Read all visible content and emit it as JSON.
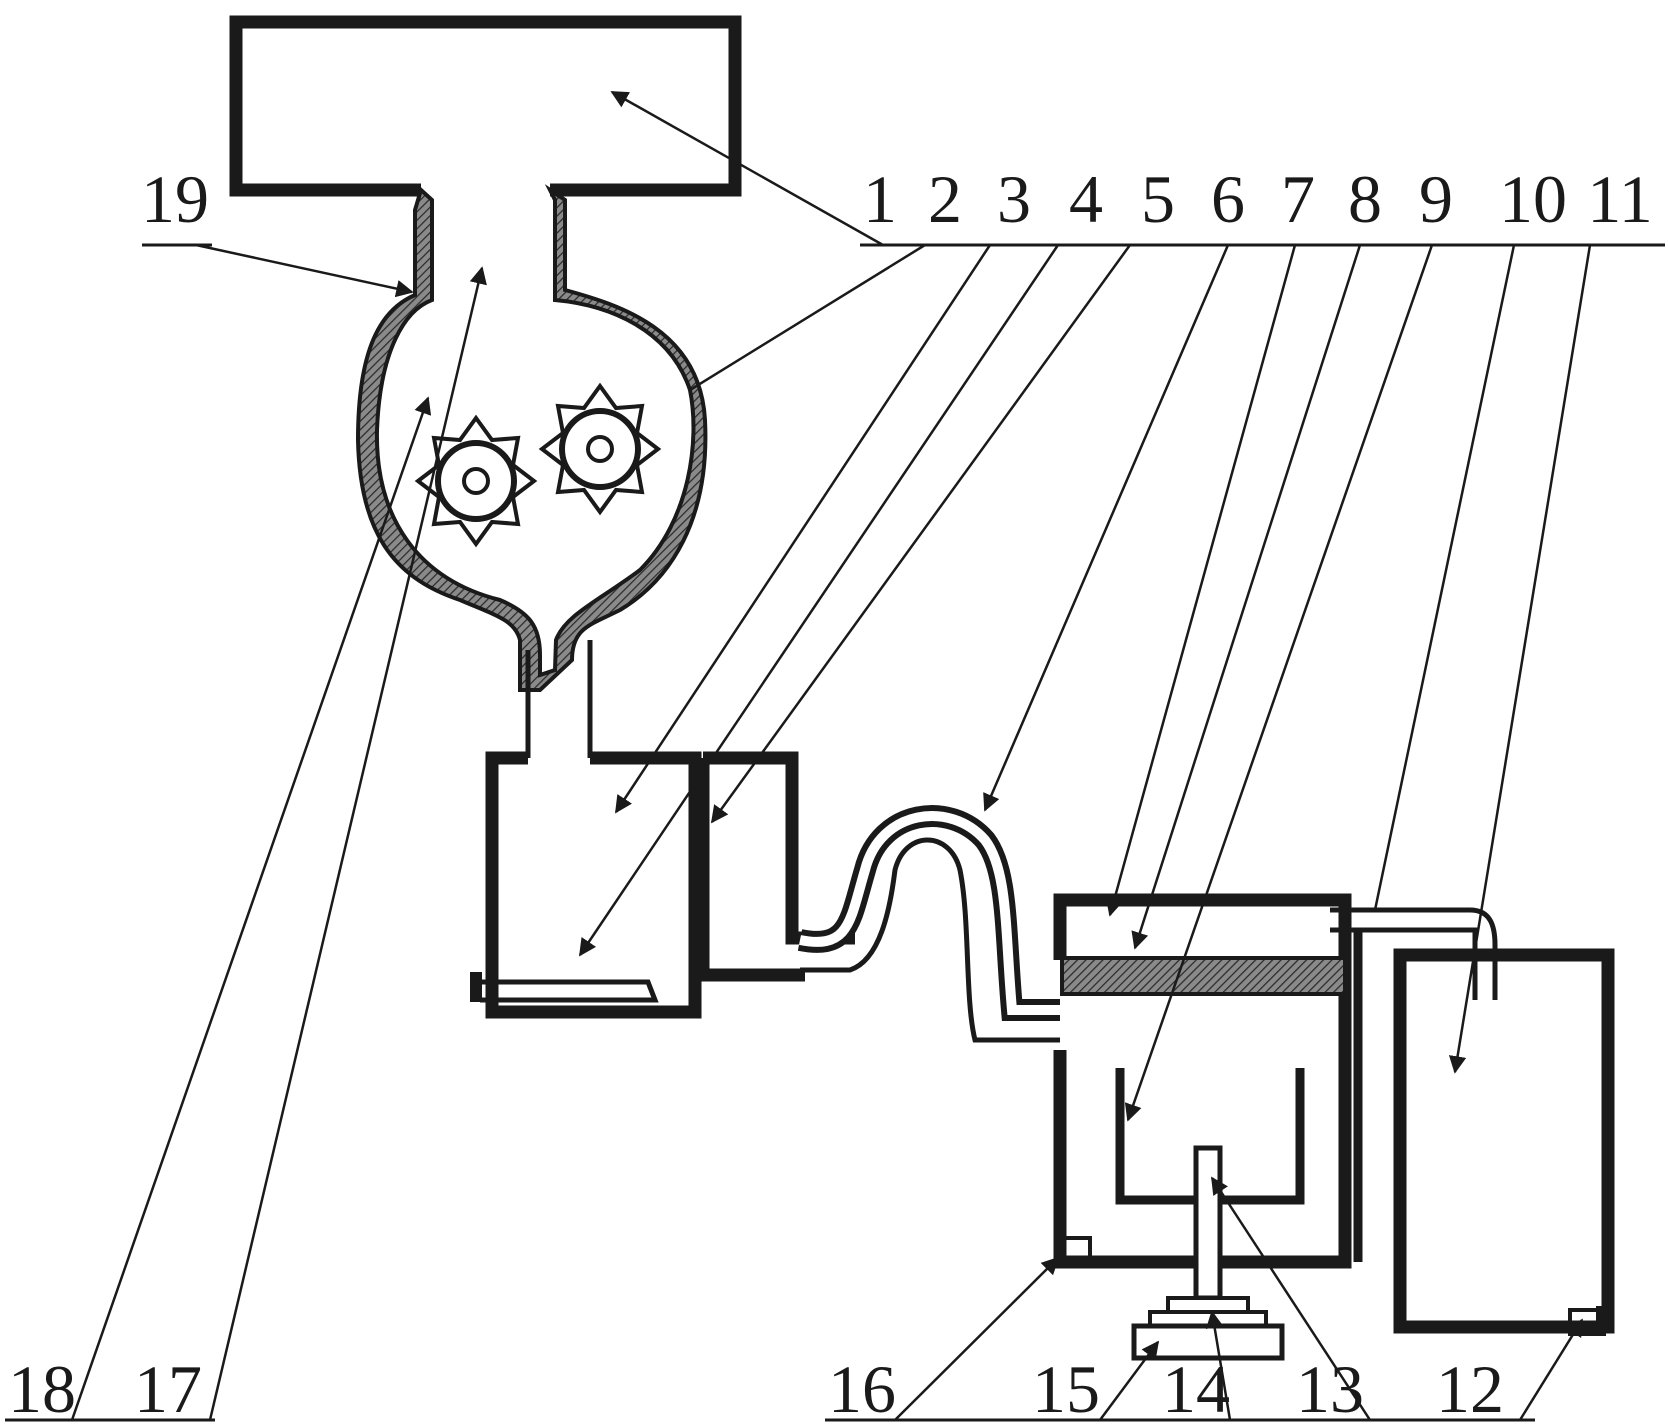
{
  "colors": {
    "ink": "#1a1a1a",
    "hatch": "#4a4a4a",
    "background": "#ffffff"
  },
  "labels": [
    {
      "id": "1",
      "text": "1"
    },
    {
      "id": "2",
      "text": "2"
    },
    {
      "id": "3",
      "text": "3"
    },
    {
      "id": "4",
      "text": "4"
    },
    {
      "id": "5",
      "text": "5"
    },
    {
      "id": "6",
      "text": "6"
    },
    {
      "id": "7",
      "text": "7"
    },
    {
      "id": "8",
      "text": "8"
    },
    {
      "id": "9",
      "text": "9"
    },
    {
      "id": "10",
      "text": "10"
    },
    {
      "id": "11",
      "text": "11"
    },
    {
      "id": "12",
      "text": "12"
    },
    {
      "id": "13",
      "text": "13"
    },
    {
      "id": "14",
      "text": "14"
    },
    {
      "id": "15",
      "text": "15"
    },
    {
      "id": "16",
      "text": "16"
    },
    {
      "id": "17",
      "text": "17"
    },
    {
      "id": "18",
      "text": "18"
    },
    {
      "id": "19",
      "text": "19"
    }
  ]
}
